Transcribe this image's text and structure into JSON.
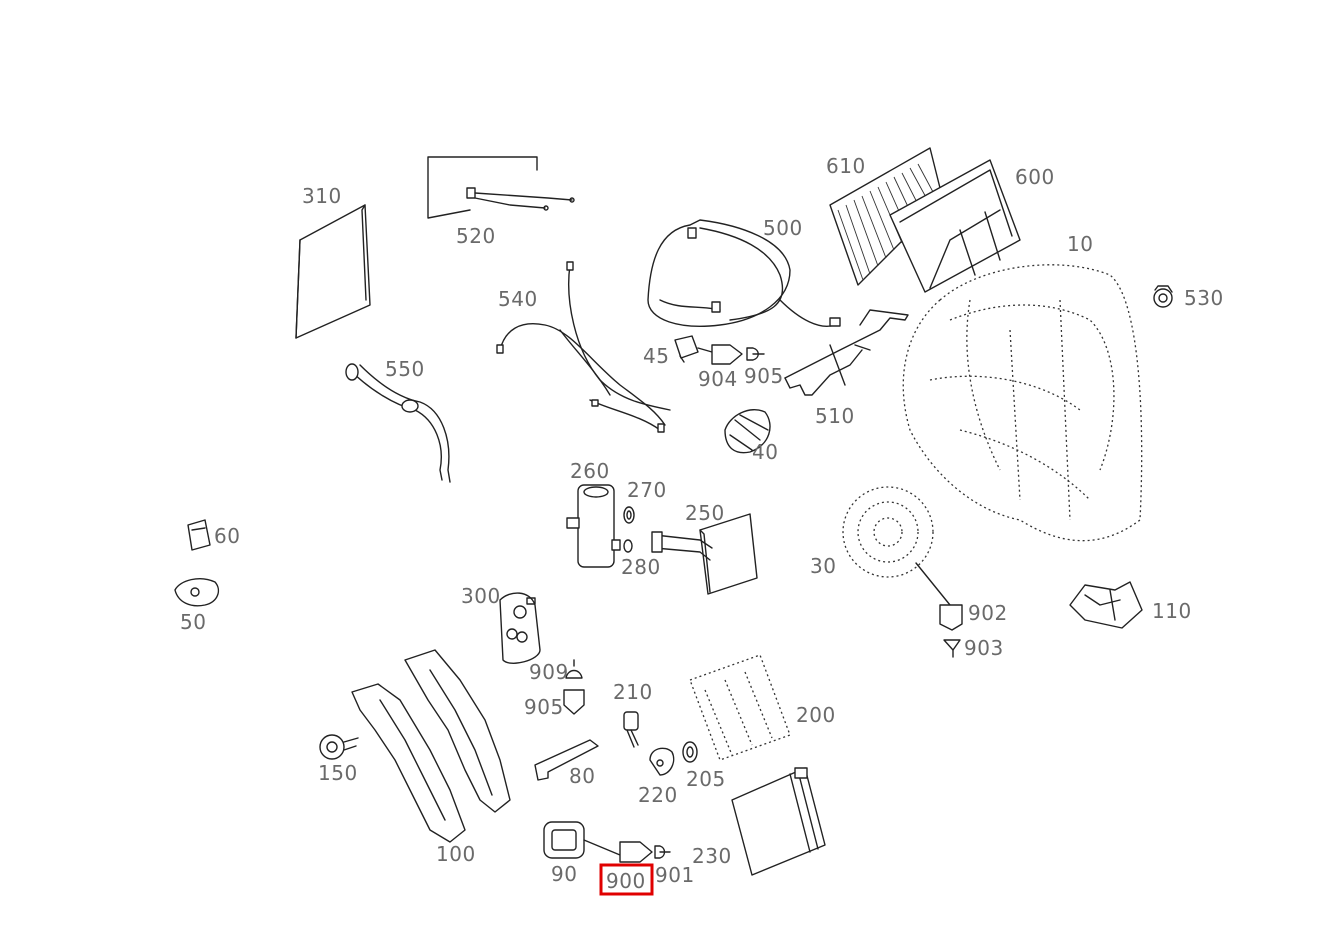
{
  "highlight_color": "#e00000",
  "highlighted_part": "900",
  "labels": {
    "l610": "610",
    "l600": "600",
    "l310": "310",
    "l520": "520",
    "l500": "500",
    "l10": "10",
    "l530": "530",
    "l540": "540",
    "l45": "45",
    "l904": "904",
    "l905a": "905",
    "l550": "550",
    "l510": "510",
    "l40": "40",
    "l260": "260",
    "l270": "270",
    "l250": "250",
    "l280": "280",
    "l60": "60",
    "l30": "30",
    "l50": "50",
    "l300": "300",
    "l902": "902",
    "l110": "110",
    "l903": "903",
    "l909": "909",
    "l210": "210",
    "l905b": "905",
    "l200": "200",
    "l150": "150",
    "l80": "80",
    "l205": "205",
    "l220": "220",
    "l100": "100",
    "l230": "230",
    "l90": "90",
    "l900": "900",
    "l901": "901"
  }
}
